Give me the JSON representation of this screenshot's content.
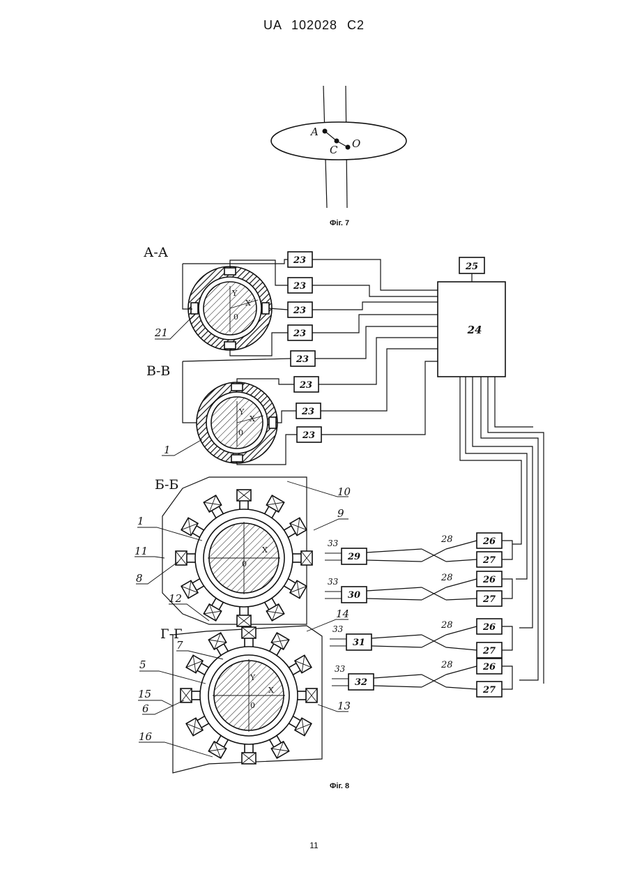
{
  "header": "UA   102028   C2",
  "fig7": {
    "caption": "Фіг. 7",
    "points": [
      "A",
      "C",
      "O"
    ]
  },
  "fig8": {
    "caption": "Фіг. 8",
    "sections": [
      "А-А",
      "В-В",
      "Б-Б",
      "Г-Г"
    ],
    "blocks": {
      "b23": "23",
      "b24": "24",
      "b25": "25",
      "b26": "26",
      "b27": "27",
      "b29": "29",
      "b30": "30",
      "b31": "31",
      "b32": "32"
    },
    "labels": {
      "l21": "21",
      "l1a": "1",
      "l1b": "1",
      "l10": "10",
      "l9": "9",
      "l11": "11",
      "l8": "8",
      "l12": "12",
      "l14": "14",
      "l7": "7",
      "l5": "5",
      "l15": "15",
      "l6": "6",
      "l16": "16",
      "l13": "13",
      "l28": "28",
      "l33": "33"
    },
    "axes": {
      "y": "Y",
      "x": "X",
      "o": "0"
    }
  },
  "page_number": "11"
}
